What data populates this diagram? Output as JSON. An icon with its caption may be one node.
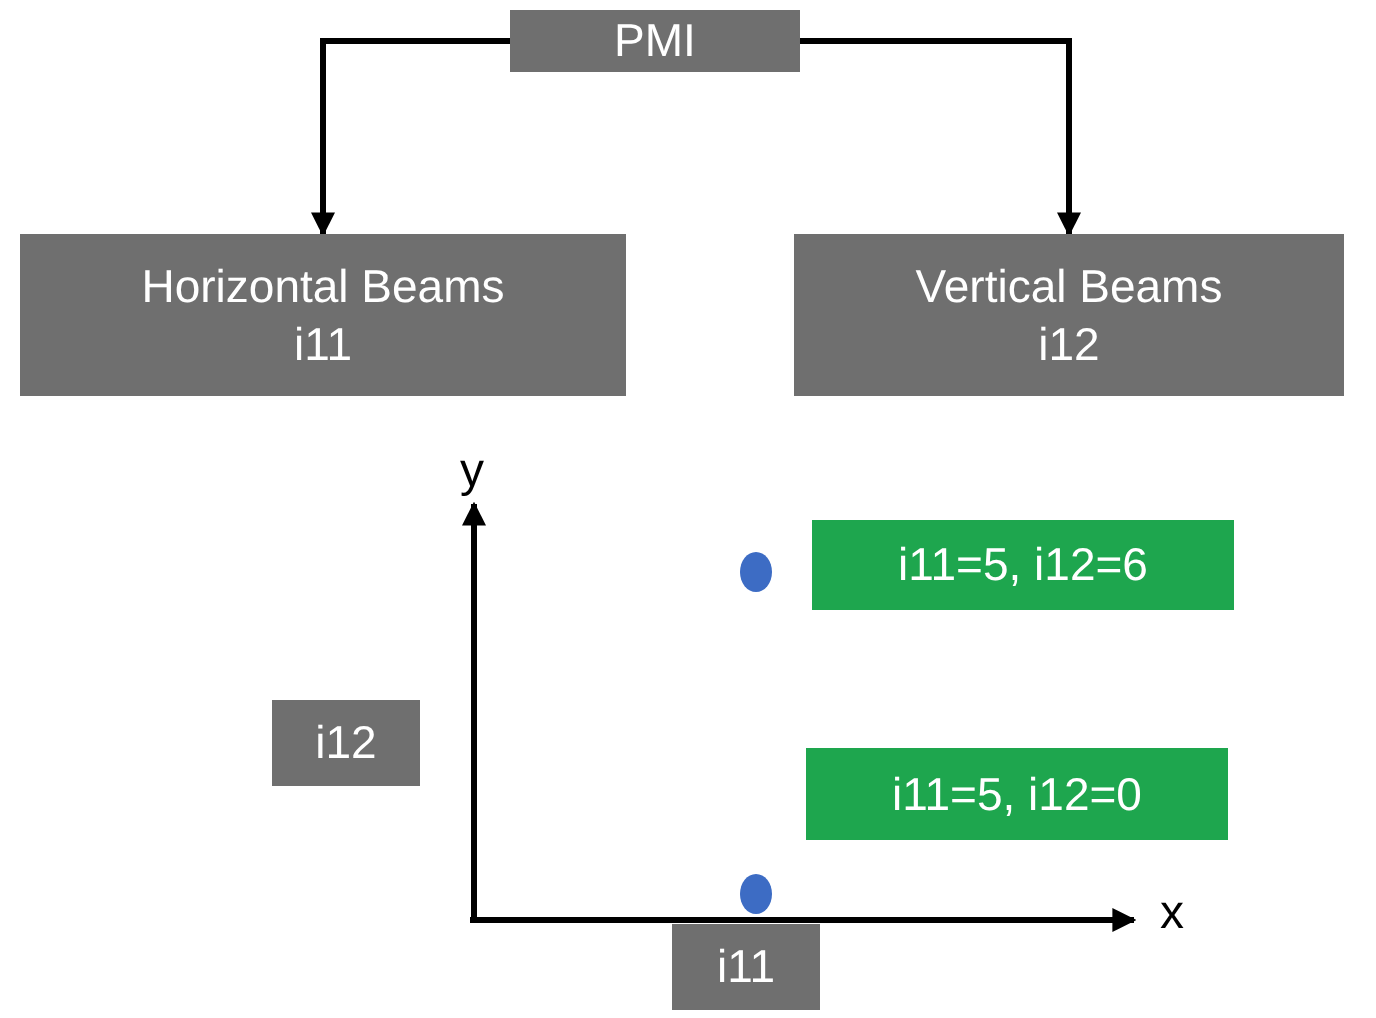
{
  "diagram": {
    "nodes": [
      {
        "text": [
          "PMI"
        ]
      },
      {
        "text": [
          "Horizontal Beams",
          "i11"
        ]
      },
      {
        "text": [
          "Vertical Beams",
          "i12"
        ]
      },
      {
        "text": [
          "i11=5, i12=6"
        ]
      },
      {
        "text": [
          "i12"
        ]
      },
      {
        "text": [
          "i11=5, i12=0"
        ]
      },
      {
        "text": [
          "i11"
        ]
      }
    ],
    "edges": [
      {
        "from": 0,
        "to": 1,
        "arrow": "to"
      },
      {
        "from": 0,
        "to": 2,
        "arrow": "to"
      }
    ],
    "labels": [
      "y",
      "x"
    ]
  }
}
